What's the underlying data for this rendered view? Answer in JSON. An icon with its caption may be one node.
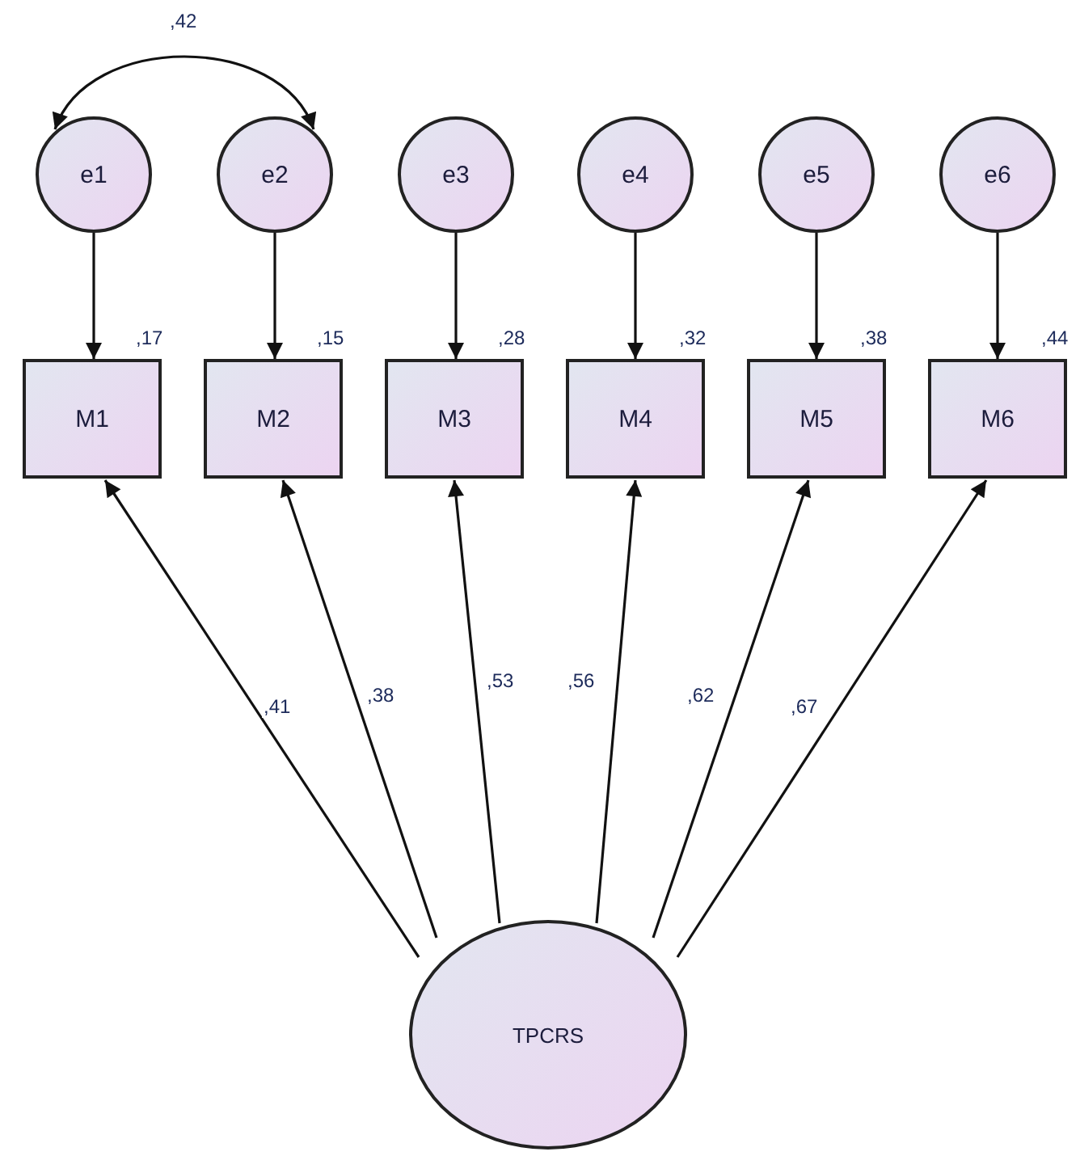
{
  "diagram": {
    "nodes": [
      {
        "text": [
          "e1"
        ]
      },
      {
        "text": [
          "e2"
        ]
      },
      {
        "text": [
          "e3"
        ]
      },
      {
        "text": [
          "e4"
        ]
      },
      {
        "text": [
          "e5"
        ]
      },
      {
        "text": [
          "e6"
        ]
      },
      {
        "text": [
          "M1"
        ],
        "beside": [
          ",17"
        ]
      },
      {
        "text": [
          "M2"
        ],
        "beside": [
          ",15"
        ]
      },
      {
        "text": [
          "M3"
        ],
        "beside": [
          ",28"
        ]
      },
      {
        "text": [
          "M4"
        ],
        "beside": [
          ",32"
        ]
      },
      {
        "text": [
          "M5"
        ],
        "beside": [
          ",38"
        ]
      },
      {
        "text": [
          "M6"
        ],
        "beside": [
          ",44"
        ]
      },
      {
        "text": [
          "TPCRS"
        ]
      }
    ],
    "edges": [
      {
        "from": 0,
        "to": 1,
        "arrow": "both",
        "label": ",42"
      },
      {
        "from": 0,
        "to": 6,
        "arrow": "to"
      },
      {
        "from": 1,
        "to": 7,
        "arrow": "to"
      },
      {
        "from": 2,
        "to": 8,
        "arrow": "to"
      },
      {
        "from": 3,
        "to": 9,
        "arrow": "to"
      },
      {
        "from": 4,
        "to": 10,
        "arrow": "to"
      },
      {
        "from": 5,
        "to": 11,
        "arrow": "to"
      },
      {
        "from": 12,
        "to": 6,
        "arrow": "to",
        "label": ",41"
      },
      {
        "from": 12,
        "to": 7,
        "arrow": "to",
        "label": ",38"
      },
      {
        "from": 12,
        "to": 8,
        "arrow": "to",
        "label": ",53"
      },
      {
        "from": 12,
        "to": 9,
        "arrow": "to",
        "label": ",56"
      },
      {
        "from": 12,
        "to": 10,
        "arrow": "to",
        "label": ",62"
      },
      {
        "from": 12,
        "to": 11,
        "arrow": "to",
        "label": ",67"
      }
    ]
  }
}
